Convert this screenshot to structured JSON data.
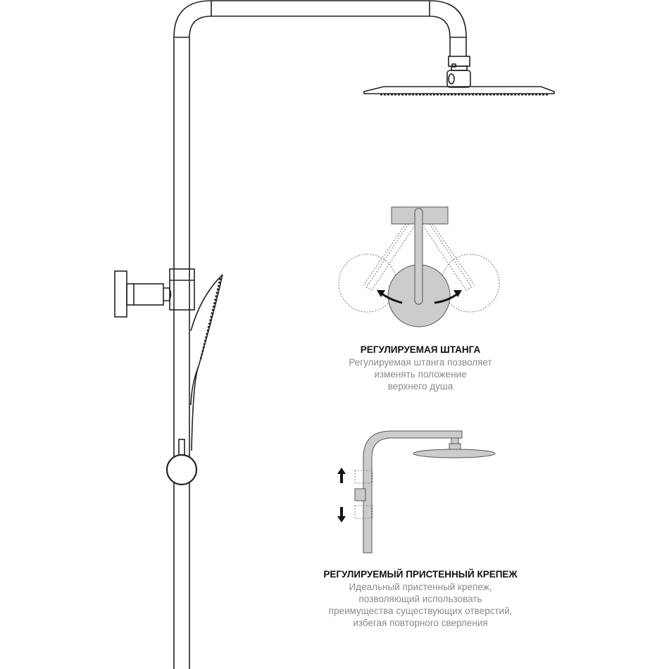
{
  "features": [
    {
      "title": "РЕГУЛИРУЕМАЯ ШТАНГА",
      "lines": [
        "Регулируемая штанга позволяет",
        "изменять положение",
        "верхнего душа"
      ]
    },
    {
      "title": "РЕГУЛИРУЕМЫЙ ПРИСТЕННЫЙ КРЕПЕЖ",
      "lines": [
        "Идеальный пристенный крепеж,",
        "позволяющий использовать",
        "преимущества существующих отверстий,",
        "избегая повторного сверления"
      ]
    }
  ],
  "colors": {
    "line": "#222222",
    "detail_fill": "#cccccc",
    "text_muted": "#8a8a8a"
  }
}
